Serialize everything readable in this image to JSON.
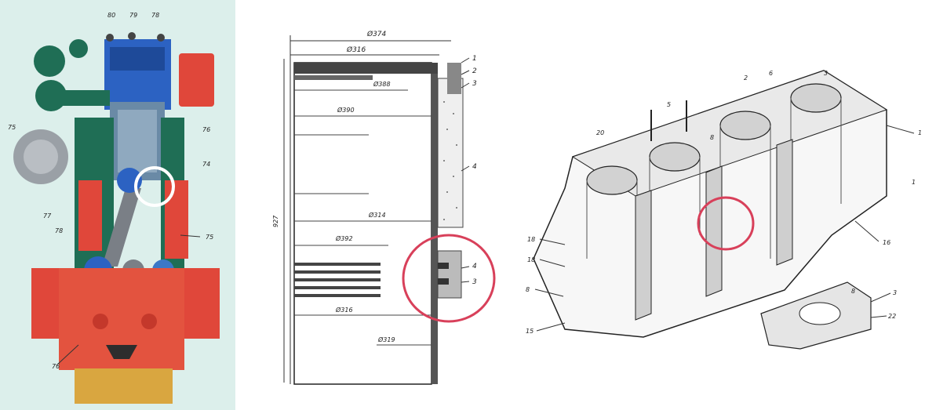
{
  "engine": {
    "labels": [
      "80",
      "79",
      "78",
      "76",
      "74",
      "75",
      "77",
      "78",
      "76",
      "75"
    ]
  },
  "liner": {
    "dims": [
      "Ø374",
      "Ø316",
      "Ø388",
      "Ø390",
      "Ø314",
      "Ø392",
      "Ø316",
      "Ø319"
    ],
    "height": "927",
    "callouts": [
      "1",
      "2",
      "3",
      "4",
      "4",
      "3"
    ]
  },
  "block": {
    "labels": [
      "3",
      "2",
      "6",
      "5",
      "20",
      "8",
      "1",
      "18",
      "18",
      "16",
      "8",
      "15",
      "8",
      "3",
      "22"
    ]
  },
  "colors": {
    "highlight": "#d8405a",
    "engine_red": "#e0473a",
    "engine_blue": "#2c62c2",
    "engine_green": "#1f6e55",
    "engine_bg": "#dcefeb"
  }
}
